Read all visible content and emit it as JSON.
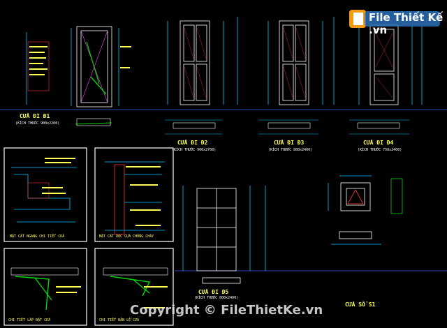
{
  "watermark": {
    "logo_text": "File Thiết Kế .vn",
    "copyright": "Copyright © FileThietKe.vn"
  },
  "colors": {
    "background": "#000000",
    "frame": "#ffffff",
    "title": "#ffff55",
    "dim": "#00c8ff",
    "hatch": "#ff3030",
    "green": "#00d800",
    "magenta": "#ff40ff"
  },
  "panels": [
    {
      "title": "CỬA ĐI Đ1",
      "sub": "(KÍCH THƯỚC 900x2200)"
    },
    {
      "title": "CỬA ĐI Đ2",
      "sub": "(KÍCH THƯỚC 900x2700)"
    },
    {
      "title": "CỬA ĐI Đ3",
      "sub": "(KÍCH THƯỚC 800x2400)"
    },
    {
      "title": "CỬA ĐI Đ4",
      "sub": "(KÍCH THƯỚC 750x2400)"
    },
    {
      "title": "CỬA ĐI Đ5",
      "sub": "(KÍCH THƯỚC 800x2400)"
    },
    {
      "title": "CỬA SỔ S1",
      "sub": ""
    }
  ],
  "details": [
    {
      "caption": "MẶT CẮT NGANG CHI TIẾT CỬA"
    },
    {
      "caption": "MẶT CẮT DỌC CỬA CHỐNG CHÁY"
    },
    {
      "caption": "CHI TIẾT LẮP ĐẶT CỬA"
    },
    {
      "caption": "CHI TIẾT BẢN LỀ CỬA"
    }
  ]
}
